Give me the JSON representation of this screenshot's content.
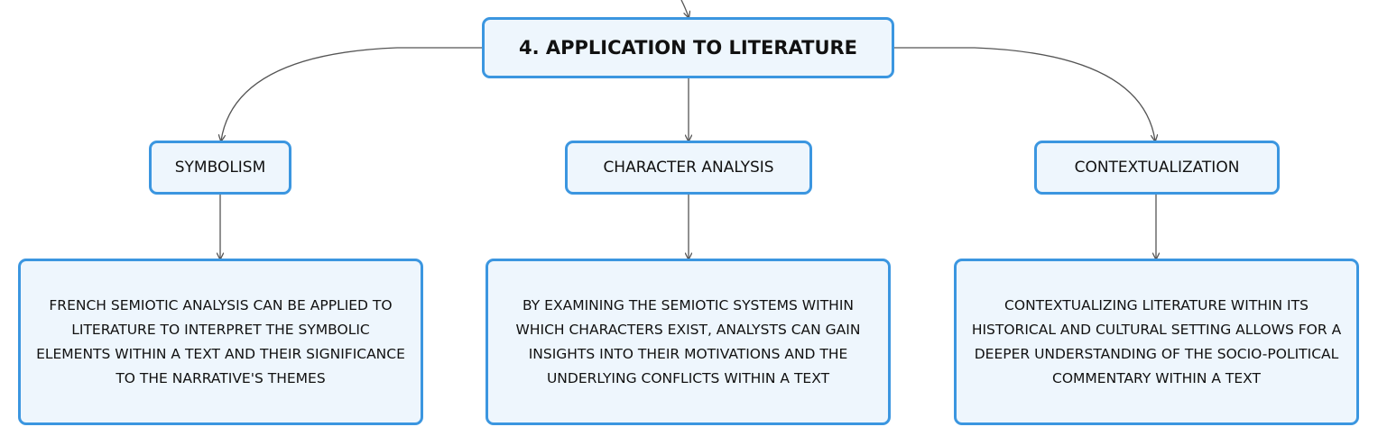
{
  "root": {
    "label": "4. APPLICATION TO LITERATURE"
  },
  "branches": [
    {
      "label": "SYMBOLISM",
      "description": "FRENCH SEMIOTIC ANALYSIS CAN BE APPLIED TO LITERATURE TO INTERPRET THE SYMBOLIC ELEMENTS WITHIN A TEXT AND THEIR SIGNIFICANCE TO THE NARRATIVE'S THEMES"
    },
    {
      "label": "CHARACTER ANALYSIS",
      "description": "BY EXAMINING THE SEMIOTIC SYSTEMS WITHIN WHICH CHARACTERS EXIST, ANALYSTS CAN GAIN INSIGHTS INTO THEIR MOTIVATIONS AND THE UNDERLYING CONFLICTS WITHIN A TEXT"
    },
    {
      "label": "CONTEXTUALIZATION",
      "description": "CONTEXTUALIZING LITERATURE WITHIN ITS HISTORICAL AND CULTURAL SETTING ALLOWS FOR A DEEPER UNDERSTANDING OF THE SOCIO-POLITICAL COMMENTARY WITHIN A TEXT"
    }
  ],
  "colors": {
    "border": "#3b96e0",
    "fill": "#eef6fd",
    "connector": "#555555"
  }
}
